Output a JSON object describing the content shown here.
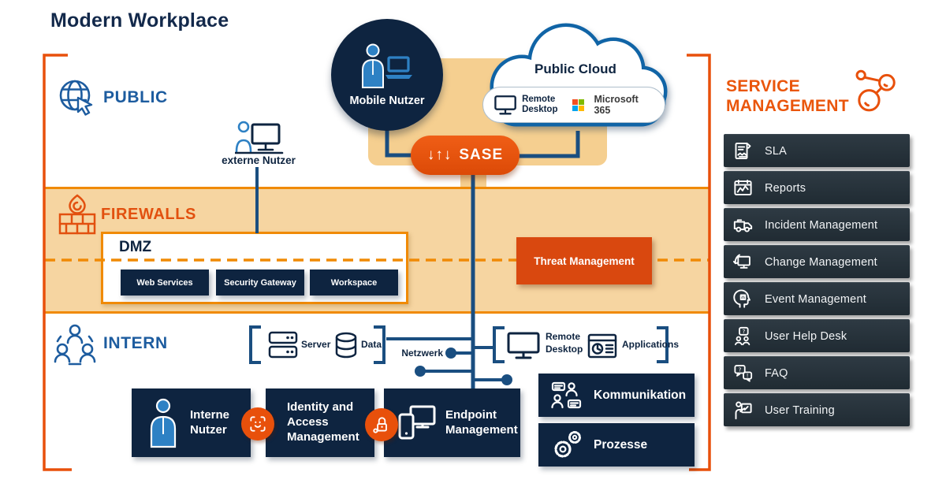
{
  "title": "Modern Workplace",
  "zones": {
    "public": {
      "label": "PUBLIC"
    },
    "firewalls": {
      "label": "FIREWALLS"
    },
    "intern": {
      "label": "INTERN"
    }
  },
  "public_area": {
    "mobile_user_label": "Mobile Nutzer",
    "external_user_label": "externe Nutzer",
    "cloud": {
      "title": "Public Cloud",
      "remote_desktop": {
        "line1": "Remote",
        "line2": "Desktop"
      },
      "microsoft365_label": "Microsoft 365"
    },
    "sase": {
      "arrows": "↓↑↓",
      "label": "SASE"
    }
  },
  "firewall_area": {
    "dmz_title": "DMZ",
    "dmz_boxes": [
      "Web Services",
      "Security Gateway",
      "Workspace"
    ],
    "threat_label": "Threat Management"
  },
  "intern_area": {
    "server_label": "Server",
    "data_label": "Data",
    "network_label": "Netzwerk",
    "remote_desktop": {
      "line1": "Remote",
      "line2": "Desktop"
    },
    "applications_label": "Applications",
    "user_box": {
      "line1": "Interne",
      "line2": "Nutzer"
    },
    "iam_box": {
      "line1": "Identity and",
      "line2": "Access",
      "line3": "Management"
    },
    "endpoint_box": {
      "line1": "Endpoint",
      "line2": "Management"
    },
    "kommunikation_label": "Kommunikation",
    "prozesse_label": "Prozesse"
  },
  "service_management": {
    "title_line1": "SERVICE",
    "title_line2": "MANAGEMENT",
    "items": [
      {
        "label": "SLA"
      },
      {
        "label": "Reports"
      },
      {
        "label": "Incident Management"
      },
      {
        "label": "Change Management"
      },
      {
        "label": "Event Management"
      },
      {
        "label": "User Help Desk"
      },
      {
        "label": "FAQ"
      },
      {
        "label": "User Training"
      }
    ]
  },
  "colors": {
    "navy": "#0E2440",
    "accent_orange": "#E8500B",
    "band_tan": "#F6D5A1",
    "backdrop_tan": "#F5CF90",
    "person_blue": "#2E81C4",
    "line_navy": "#1A4E80",
    "zone_label_blue": "#1D5C9F",
    "firewall_red": "#E2500F",
    "threat_orange": "#D9480F",
    "ms_red": "#F25022",
    "ms_green": "#7FBA00",
    "ms_blue": "#00A4EF",
    "ms_yellow": "#FFB900"
  }
}
